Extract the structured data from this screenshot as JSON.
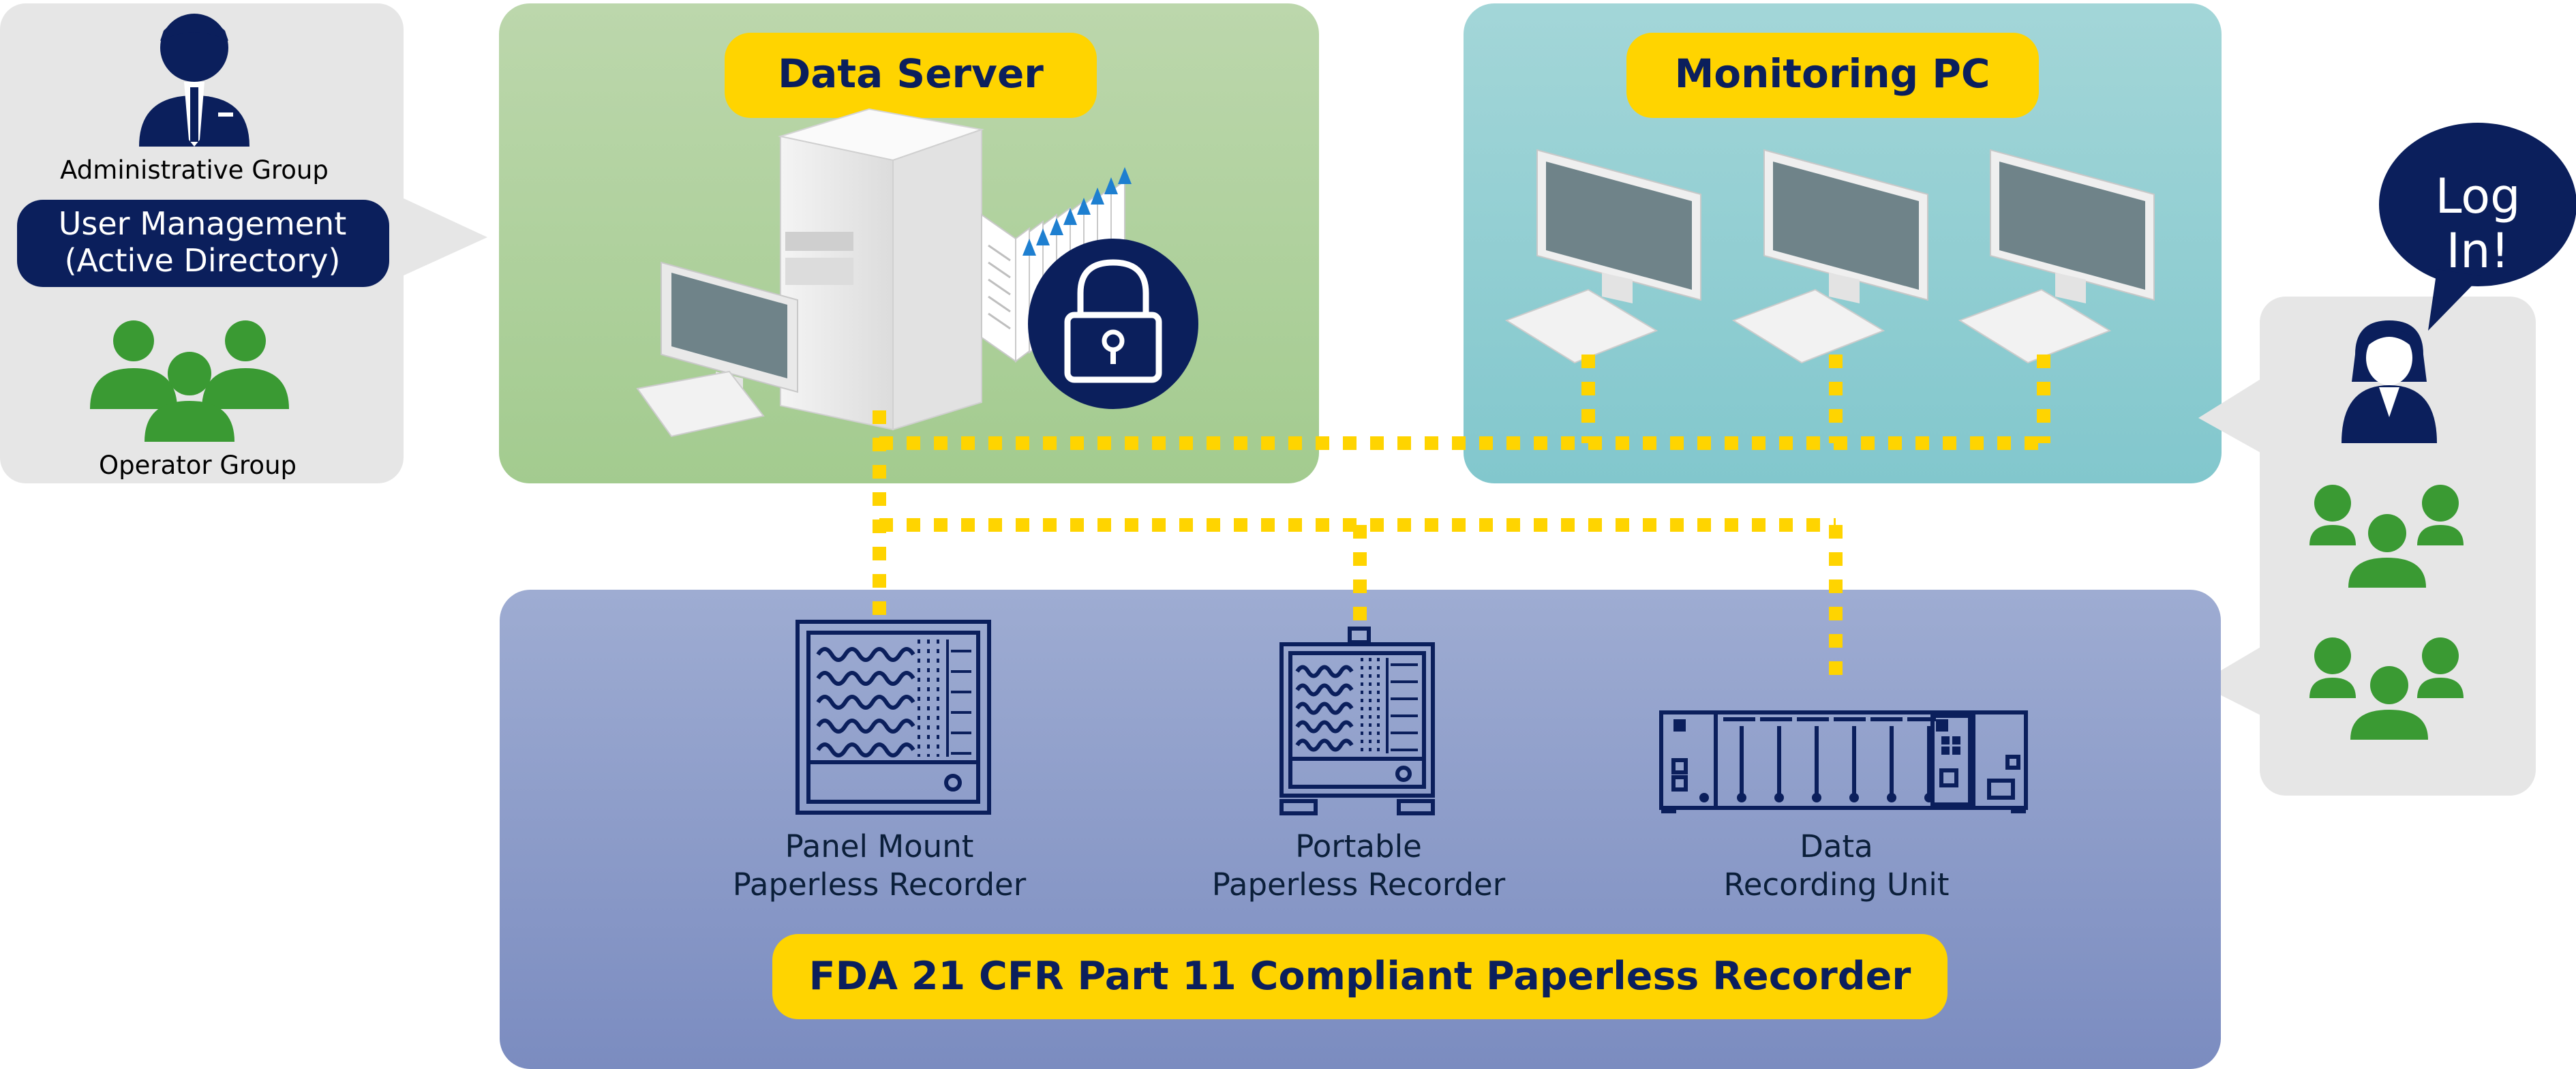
{
  "left_panel": {
    "admin_label": "Administrative Group",
    "user_mgmt_line1": "User Management",
    "user_mgmt_line2": "(Active Directory)",
    "operator_label": "Operator Group"
  },
  "data_server": {
    "title": "Data Server"
  },
  "monitoring_pc": {
    "title": "Monitoring PC"
  },
  "login_bubble": {
    "line1": "Log",
    "line2": "In!"
  },
  "devices": {
    "panel_line1": "Panel Mount",
    "panel_line2": "Paperless Recorder",
    "portable_line1": "Portable",
    "portable_line2": "Paperless Recorder",
    "dru_line1": "Data",
    "dru_line2": "Recording Unit"
  },
  "bottom_banner": {
    "title": "FDA 21 CFR Part 11 Compliant Paperless Recorder"
  },
  "colors": {
    "navy": "#0b1f5c",
    "yellow": "#ffd400",
    "green_group": "#3a9a33",
    "server_panel": "#b3d2a2",
    "monitor_panel": "#8ecdd2",
    "recorder_panel": "#8e9fcb",
    "side_panel": "#e6e6e6"
  }
}
